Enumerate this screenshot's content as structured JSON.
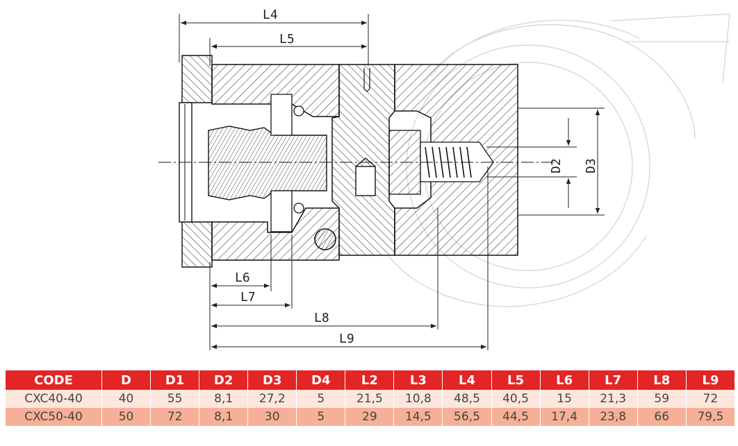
{
  "drawing": {
    "labels": {
      "l4": "L4",
      "l5": "L5",
      "l6": "L6",
      "l7": "L7",
      "l8": "L8",
      "l9": "L9",
      "d2": "D2",
      "d3": "D3"
    }
  },
  "table": {
    "headers": [
      "CODE",
      "D",
      "D1",
      "D2",
      "D3",
      "D4",
      "L2",
      "L3",
      "L4",
      "L5",
      "L6",
      "L7",
      "L8",
      "L9"
    ],
    "rows": [
      [
        "CXC40-40",
        "40",
        "55",
        "8,1",
        "27,2",
        "5",
        "21,5",
        "10,8",
        "48,5",
        "40,5",
        "15",
        "21,3",
        "59",
        "72"
      ],
      [
        "CXC50-40",
        "50",
        "72",
        "8,1",
        "30",
        "5",
        "29",
        "14,5",
        "56,5",
        "44,5",
        "17,4",
        "23,8",
        "66",
        "79,5"
      ]
    ]
  },
  "colors": {
    "header_bg": "#e32526",
    "row1_bg": "#fde6dc",
    "row2_bg": "#f6b097"
  }
}
